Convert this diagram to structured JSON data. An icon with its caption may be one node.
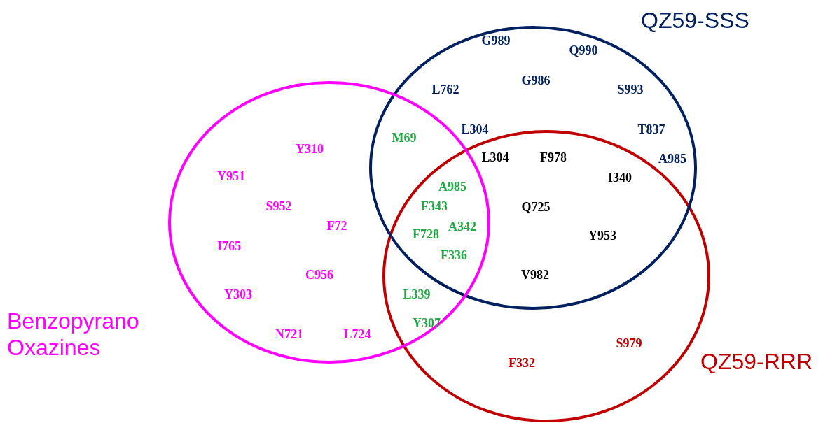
{
  "diagram": {
    "nodes": [
      {
        "text": [
          "Benzopyrano Oxazines"
        ]
      },
      {
        "text": [
          "QZ59-SSS"
        ]
      },
      {
        "text": [
          "QZ59-RRR"
        ]
      }
    ],
    "labels": [
      "G989",
      "Q990",
      "G986",
      "L762",
      "S993",
      "L304",
      "T837",
      "M69",
      "Y310",
      "L304",
      "F978",
      "A985",
      "Y951",
      "I340",
      "A985",
      "S952",
      "F343",
      "Q725",
      "F72",
      "A342",
      "F728",
      "Y953",
      "I765",
      "F336",
      "C956",
      "V982",
      "Y303",
      "L339",
      "Y307",
      "N721",
      "L724",
      "S979",
      "F332"
    ]
  }
}
